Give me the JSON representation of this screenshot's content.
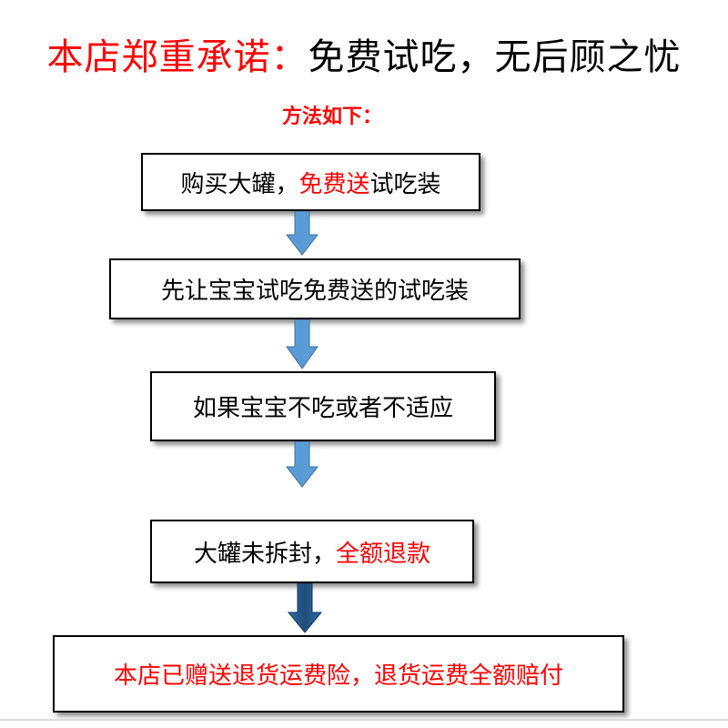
{
  "header": {
    "title_red": "本店郑重承诺：",
    "title_black": "免费试吃，无后顾之忧",
    "subtitle": "方法如下："
  },
  "steps": [
    {
      "part1": "购买大罐，",
      "part2": "免费送",
      "part3": "试吃装"
    },
    {
      "text": "先让宝宝试吃免费送的试吃装"
    },
    {
      "text": "如果宝宝不吃或者不适应"
    },
    {
      "part1": "大罐未拆封，",
      "part2": "全额退款"
    },
    {
      "text": "本店已赠送退货运费险，退货运费全额赔付"
    }
  ],
  "colors": {
    "highlight": "#ff0000",
    "arrow": "#5b9bd5",
    "arrow_dark": "#1f4e79"
  }
}
